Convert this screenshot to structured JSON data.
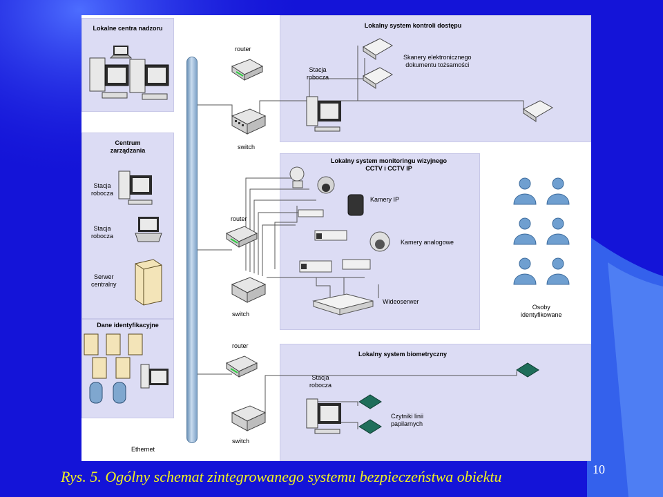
{
  "diagram": {
    "panels": {
      "surveillance": "Lokalne centra nadzoru",
      "management": "Centrum\nzarządzania",
      "identification": "Dane identyfikacyjne",
      "access": "Lokalny system kontroli dostępu",
      "cctv": "Lokalny system monitoringu wizyjnego\nCCTV i CCTV IP",
      "biometric": "Lokalny system biometryczny"
    },
    "labels": {
      "router1": "router",
      "switch1": "switch",
      "router2": "router",
      "switch2": "switch",
      "router3": "router",
      "switch3": "switch",
      "workstation_mgmt1": "Stacja\nrobocza",
      "workstation_mgmt2": "Stacja\nrobocza",
      "server": "Serwer\ncentralny",
      "workstation_access": "Stacja\nrobocza",
      "scanners": "Skanery elektronicznego\ndokumentu tożsamości",
      "ip_cameras": "Kamery IP",
      "analog_cameras": "Kamery analogowe",
      "videoserver": "Wideoserwer",
      "identified_persons": "Osoby\nidentyfikowane",
      "workstation_bio": "Stacja\nrobocza",
      "fingerprint_readers": "Czytniki linii\npapilarnych",
      "ethernet": "Ethernet"
    }
  },
  "caption": "Rys. 5. Ogólny schemat zintegrowanego systemu bezpieczeństwa obiektu",
  "page_number": "10",
  "colors": {
    "slide_bg": "#1414d8",
    "panel": "#dcdcf4",
    "caption": "#f0f020",
    "ethernet": "#8fb2d3",
    "person": "#6f9fd0"
  }
}
